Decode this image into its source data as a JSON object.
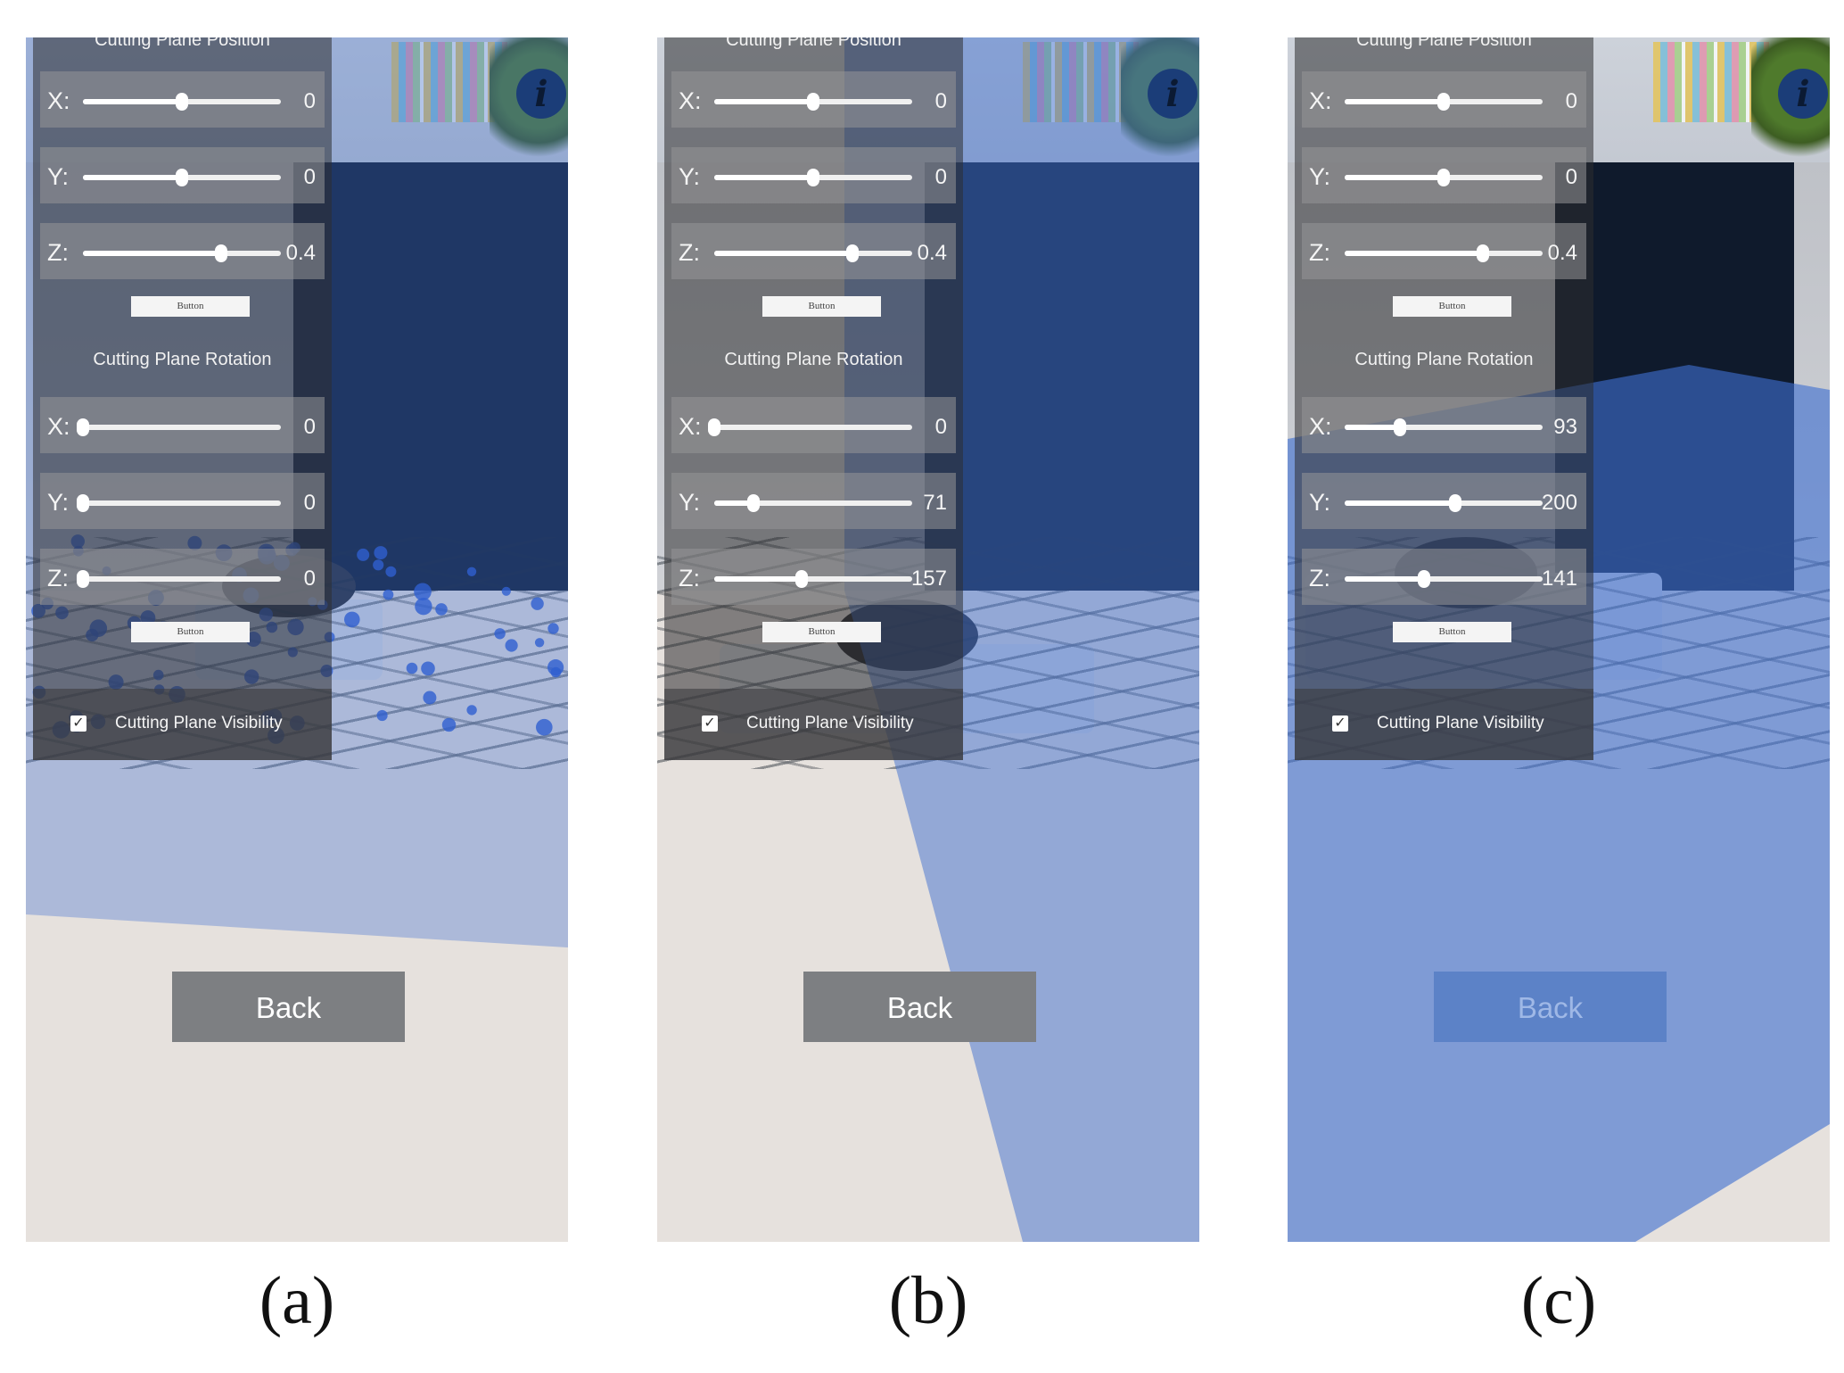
{
  "panels": [
    {
      "id": "a",
      "caption": "(a)",
      "position_title": "Cutting Plane Position",
      "rotation_title": "Cutting Plane Rotation",
      "position_sliders": [
        {
          "axis": "X:",
          "value": "0",
          "level": 0.5
        },
        {
          "axis": "Y:",
          "value": "0",
          "level": 0.5
        },
        {
          "axis": "Z:",
          "value": "0.4",
          "level": 0.7
        }
      ],
      "rotation_sliders": [
        {
          "axis": "X:",
          "value": "0",
          "level": 0.0
        },
        {
          "axis": "Y:",
          "value": "0",
          "level": 0.0
        },
        {
          "axis": "Z:",
          "value": "0",
          "level": 0.0
        }
      ],
      "button_label": "Button",
      "visibility_label": "Cutting Plane Visibility",
      "visibility_checked": true,
      "back_label": "Back",
      "info_icon": "i"
    },
    {
      "id": "b",
      "caption": "(b)",
      "position_title": "Cutting Plane Position",
      "rotation_title": "Cutting Plane Rotation",
      "position_sliders": [
        {
          "axis": "X:",
          "value": "0",
          "level": 0.5
        },
        {
          "axis": "Y:",
          "value": "0",
          "level": 0.5
        },
        {
          "axis": "Z:",
          "value": "0.4",
          "level": 0.7
        }
      ],
      "rotation_sliders": [
        {
          "axis": "X:",
          "value": "0",
          "level": 0.0
        },
        {
          "axis": "Y:",
          "value": "71",
          "level": 0.2
        },
        {
          "axis": "Z:",
          "value": "157",
          "level": 0.44
        }
      ],
      "button_label": "Button",
      "visibility_label": "Cutting Plane Visibility",
      "visibility_checked": true,
      "back_label": "Back",
      "info_icon": "i"
    },
    {
      "id": "c",
      "caption": "(c)",
      "position_title": "Cutting Plane Position",
      "rotation_title": "Cutting Plane Rotation",
      "position_sliders": [
        {
          "axis": "X:",
          "value": "0",
          "level": 0.5
        },
        {
          "axis": "Y:",
          "value": "0",
          "level": 0.5
        },
        {
          "axis": "Z:",
          "value": "0.4",
          "level": 0.7
        }
      ],
      "rotation_sliders": [
        {
          "axis": "X:",
          "value": "93",
          "level": 0.28
        },
        {
          "axis": "Y:",
          "value": "200",
          "level": 0.56
        },
        {
          "axis": "Z:",
          "value": "141",
          "level": 0.4
        }
      ],
      "button_label": "Button",
      "visibility_label": "Cutting Plane Visibility",
      "visibility_checked": true,
      "back_label": "Back",
      "info_icon": "i"
    }
  ],
  "colors": {
    "plane_blue": "#3f6fd0",
    "panel_dark": "#2d2d30",
    "back_button": "#7d7f82",
    "info_button": "#1b3d78"
  }
}
